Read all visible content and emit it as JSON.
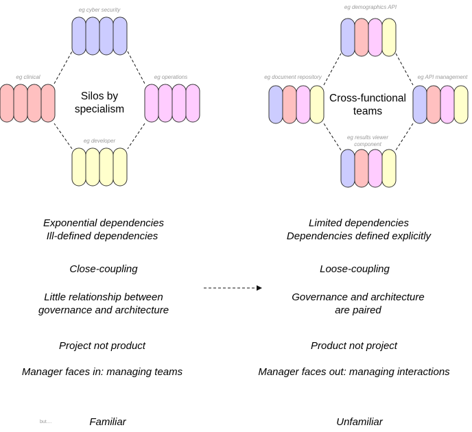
{
  "colors": {
    "blue": "#ccccff",
    "red": "#ffc0c0",
    "magenta": "#ffccff",
    "yellow": "#ffffcc",
    "line": "#111111",
    "label_grey": "#9a9a9a"
  },
  "left_diagram": {
    "center_line1": "Silos by",
    "center_line2": "specialism",
    "clusters": {
      "top": {
        "label": "eg cyber security",
        "pills": [
          "blue",
          "blue",
          "blue",
          "blue"
        ]
      },
      "left": {
        "label": "eg clinical",
        "pills": [
          "red",
          "red",
          "red",
          "red"
        ]
      },
      "right": {
        "label": "eg operations",
        "pills": [
          "magenta",
          "magenta",
          "magenta",
          "magenta"
        ]
      },
      "bottom": {
        "label": "eg developer",
        "pills": [
          "yellow",
          "yellow",
          "yellow",
          "yellow"
        ]
      }
    }
  },
  "right_diagram": {
    "center_line1": "Cross-functional",
    "center_line2": "teams",
    "clusters": {
      "top": {
        "label": "eg demographics API",
        "pills": [
          "blue",
          "red",
          "magenta",
          "yellow"
        ]
      },
      "left": {
        "label": "eg document repository",
        "pills": [
          "blue",
          "red",
          "magenta",
          "yellow"
        ]
      },
      "right": {
        "label": "eg API management",
        "pills": [
          "blue",
          "red",
          "magenta",
          "yellow"
        ]
      },
      "bottom": {
        "label_line1": "eg results viewer",
        "label_line2": "component",
        "pills": [
          "blue",
          "red",
          "magenta",
          "yellow"
        ]
      }
    }
  },
  "comparison": {
    "left": {
      "row1a": "Exponential dependencies",
      "row1b": "Ill-defined dependencies",
      "row2": "Close-coupling",
      "row3a": "Little relationship between",
      "row3b": "governance and architecture",
      "row4": "Project not product",
      "row5": "Manager faces in: managing teams",
      "row6": "Familiar"
    },
    "right": {
      "row1a": "Limited dependencies",
      "row1b": "Dependencies defined explicitly",
      "row2": "Loose-coupling",
      "row3a": "Governance and architecture",
      "row3b": "are paired",
      "row4": "Product not project",
      "row5": "Manager faces out: managing interactions",
      "row6": "Unfamiliar"
    },
    "but_note": "but...."
  }
}
